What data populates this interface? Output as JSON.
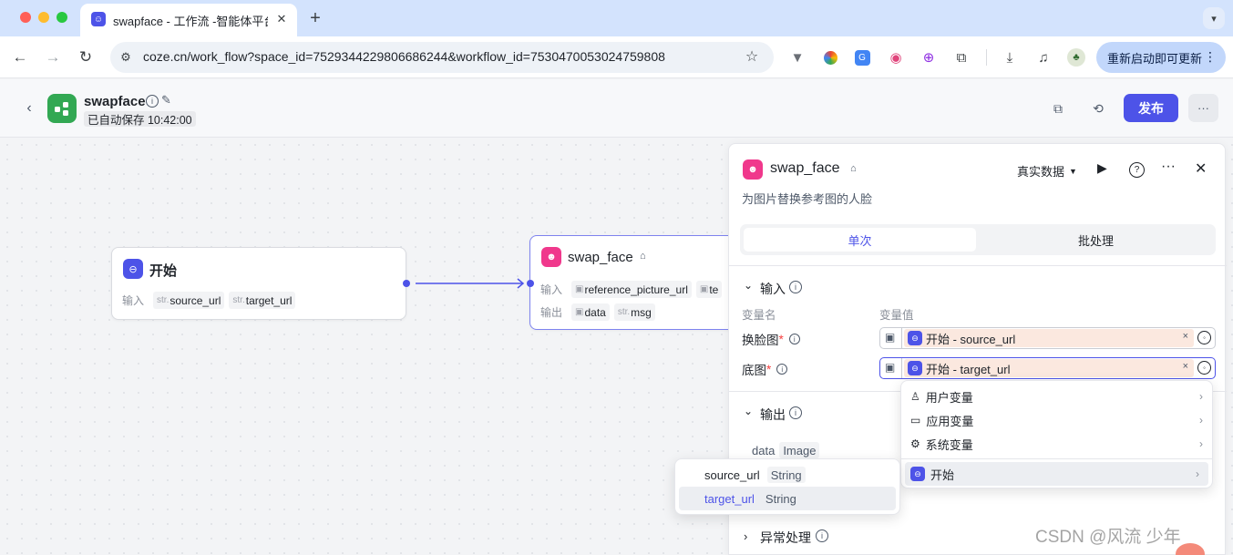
{
  "browser": {
    "tab_title": "swapface - 工作流 -智能体平台",
    "new_tab_symbol": "+",
    "url": "coze.cn/work_flow?space_id=7529344229806686244&workflow_id=7530470053024759808",
    "restart_label": "重新启动即可更新"
  },
  "header": {
    "workflow_name": "swapface",
    "autosave_status": "已自动保存 10:42:00",
    "publish_label": "发布",
    "more_label": "···"
  },
  "canvas": {
    "start_node": {
      "title": "开始",
      "input_label": "输入",
      "params": [
        {
          "prefix": "str.",
          "name": "source_url"
        },
        {
          "prefix": "str.",
          "name": "target_url"
        }
      ]
    },
    "swap_node": {
      "title": "swap_face",
      "input_label": "输入",
      "inputs": [
        "reference_picture_url",
        "te"
      ],
      "output_label": "输出",
      "outputs": [
        {
          "prefix": "",
          "name": "data"
        },
        {
          "prefix": "str.",
          "name": "msg"
        }
      ]
    }
  },
  "panel": {
    "title": "swap_face",
    "description": "为图片替换参考图的人脸",
    "data_mode": "真实数据",
    "tabs": [
      "单次",
      "批处理"
    ],
    "input_section": {
      "title": "输入",
      "col_name": "变量名",
      "col_value": "变量值",
      "rows": [
        {
          "label": "换脸图",
          "required": "*",
          "ref": "开始 - source_url"
        },
        {
          "label": "底图",
          "required": "*",
          "ref": "开始 - target_url"
        }
      ]
    },
    "output_section": {
      "title": "输出",
      "var_name": "data",
      "var_type": "Image"
    },
    "exception_section": {
      "title": "异常处理"
    },
    "chip_remove": "×"
  },
  "var_menu": {
    "items": [
      "用户变量",
      "应用变量",
      "系统变量",
      "开始"
    ]
  },
  "sub_menu": {
    "items": [
      {
        "name": "source_url",
        "type": "String"
      },
      {
        "name": "target_url",
        "type": "String"
      }
    ]
  },
  "watermark": "CSDN @风流 少年",
  "colors": {
    "accent": "#4d53e8",
    "ref_chip": "#fbe8df",
    "app_logo": "#32a853",
    "swap_icon": "#f0388c"
  }
}
